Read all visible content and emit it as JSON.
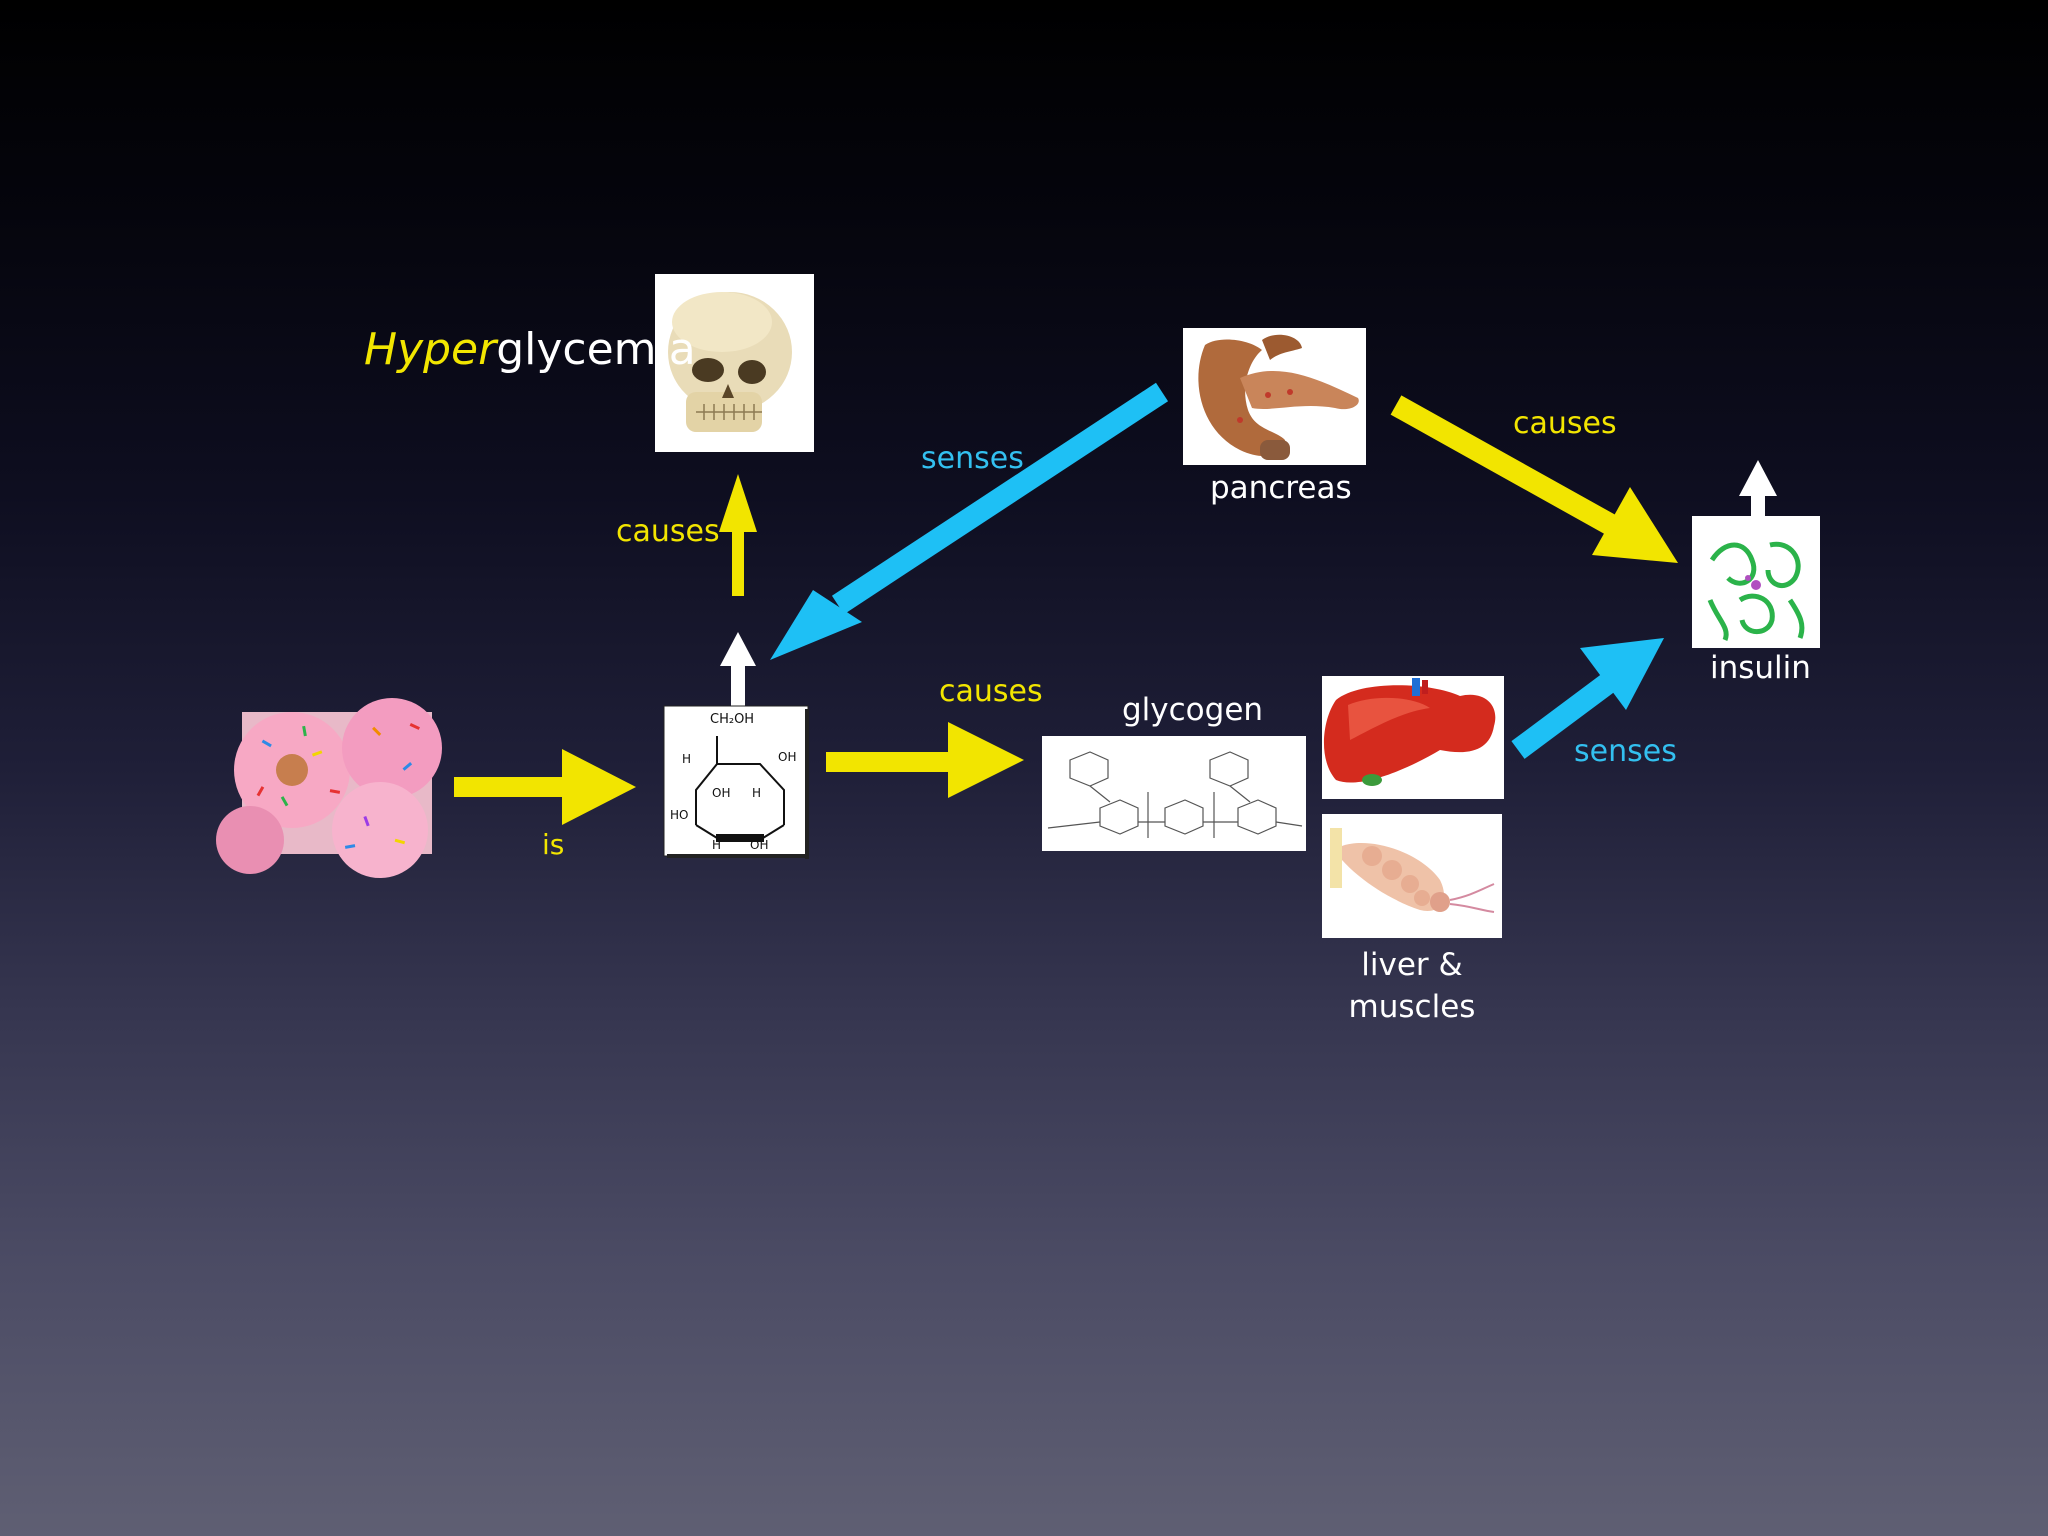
{
  "title": {
    "prefix": "Hyper",
    "suffix": "glycemia"
  },
  "nodes": {
    "donut": "donut-icon",
    "glucose": "glucose-structure-icon",
    "skull": "skull-icon",
    "pancreas": "pancreas-icon",
    "glycogen": "glycogen-structure-icon",
    "liver": "liver-icon",
    "muscles": "muscle-icon",
    "insulin": "insulin-molecule-icon"
  },
  "labels": {
    "is": "is",
    "causes_up": "causes",
    "causes_glycogen": "causes",
    "causes_insulin": "causes",
    "senses_pancreas": "senses",
    "senses_liver": "senses",
    "pancreas": "pancreas",
    "insulin": "insulin",
    "glycogen": "glycogen",
    "liver_muscles_line1": "liver &",
    "liver_muscles_line2": "muscles"
  },
  "glucose_formula": {
    "top": "CH₂OH",
    "oh": "OH",
    "h": "H",
    "ho": "HO"
  },
  "colors": {
    "yellow": "#f2e500",
    "blue": "#1ec0f5",
    "white": "#ffffff"
  }
}
